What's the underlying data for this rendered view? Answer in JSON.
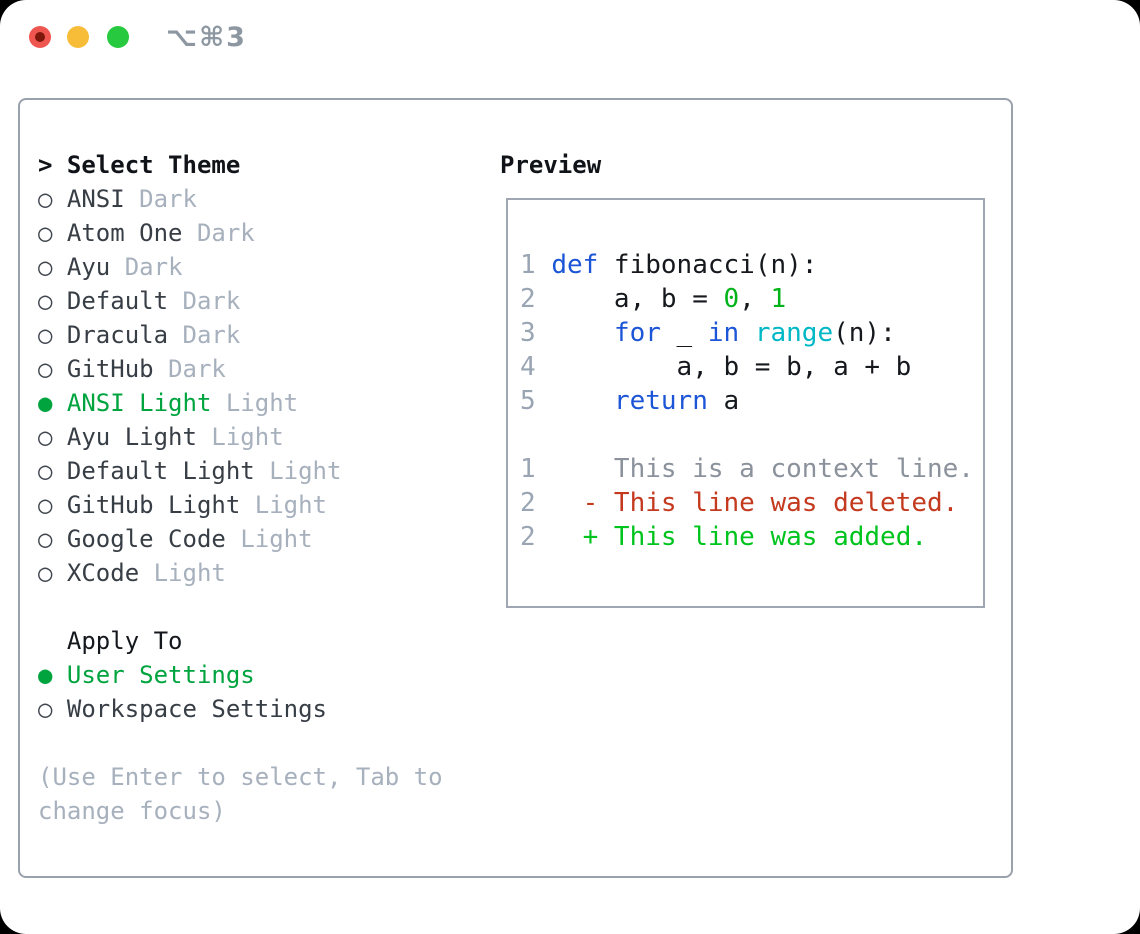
{
  "window": {
    "shortcut_label": "⌥⌘3",
    "traffic_lights": [
      "close",
      "minimize",
      "zoom"
    ]
  },
  "colors": {
    "accent_green": "#00a43f",
    "added_green": "#00c41e",
    "number_green": "#00b318",
    "deleted_red": "#c43a1f",
    "keyword_blue": "#1c55d6",
    "builtin_cyan": "#00b7c6",
    "muted_gray": "#a7b0bd",
    "lineno_gray": "#9aa5b4",
    "context_gray": "#8b929c",
    "frame_border": "#9aa1ac"
  },
  "theme_panel": {
    "prompt": ">",
    "header": "Select Theme",
    "bullet_selected": "●",
    "bullet_unselected": "○",
    "items": [
      {
        "name": "ANSI",
        "variant": "Dark",
        "selected": false
      },
      {
        "name": "Atom One",
        "variant": "Dark",
        "selected": false
      },
      {
        "name": "Ayu",
        "variant": "Dark",
        "selected": false
      },
      {
        "name": "Default",
        "variant": "Dark",
        "selected": false
      },
      {
        "name": "Dracula",
        "variant": "Dark",
        "selected": false
      },
      {
        "name": "GitHub",
        "variant": "Dark",
        "selected": false
      },
      {
        "name": "ANSI Light",
        "variant": "Light",
        "selected": true
      },
      {
        "name": "Ayu Light",
        "variant": "Light",
        "selected": false
      },
      {
        "name": "Default Light",
        "variant": "Light",
        "selected": false
      },
      {
        "name": "GitHub Light",
        "variant": "Light",
        "selected": false
      },
      {
        "name": "Google Code",
        "variant": "Light",
        "selected": false
      },
      {
        "name": "XCode",
        "variant": "Light",
        "selected": false
      }
    ]
  },
  "apply_panel": {
    "header": "Apply To",
    "options": [
      {
        "label": "User Settings",
        "selected": true
      },
      {
        "label": "Workspace Settings",
        "selected": false
      }
    ]
  },
  "help": {
    "lines": [
      "(Use Enter to select, Tab to",
      "change focus)"
    ]
  },
  "preview": {
    "title": "Preview",
    "code_lines": [
      {
        "no": "1",
        "tokens": [
          {
            "t": "def",
            "c": "kw"
          },
          {
            "t": " fibonacci(n):",
            "c": "plain"
          }
        ]
      },
      {
        "no": "2",
        "tokens": [
          {
            "t": "    a, b = ",
            "c": "plain"
          },
          {
            "t": "0",
            "c": "num"
          },
          {
            "t": ", ",
            "c": "plain"
          },
          {
            "t": "1",
            "c": "num"
          }
        ]
      },
      {
        "no": "3",
        "tokens": [
          {
            "t": "    ",
            "c": "plain"
          },
          {
            "t": "for",
            "c": "kw"
          },
          {
            "t": " _ ",
            "c": "plain"
          },
          {
            "t": "in",
            "c": "kw"
          },
          {
            "t": " ",
            "c": "plain"
          },
          {
            "t": "range",
            "c": "fn"
          },
          {
            "t": "(n):",
            "c": "plain"
          }
        ]
      },
      {
        "no": "4",
        "tokens": [
          {
            "t": "        a, b = b, a + b",
            "c": "plain"
          }
        ]
      },
      {
        "no": "5",
        "tokens": [
          {
            "t": "    ",
            "c": "plain"
          },
          {
            "t": "return",
            "c": "kw"
          },
          {
            "t": " a",
            "c": "plain"
          }
        ]
      }
    ],
    "diff_lines": [
      {
        "no": "1",
        "sign": " ",
        "text": "This is a context line.",
        "kind": "context"
      },
      {
        "no": "2",
        "sign": "-",
        "text": "This line was deleted.",
        "kind": "deleted"
      },
      {
        "no": "2",
        "sign": "+",
        "text": "This line was added.",
        "kind": "added"
      }
    ]
  }
}
